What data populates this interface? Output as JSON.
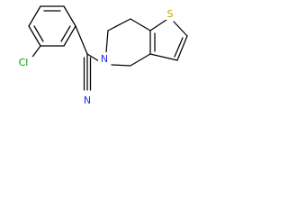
{
  "molecule": {
    "atoms": {
      "cl": {
        "text": "Cl",
        "color": "#00a000"
      },
      "s": {
        "text": "S",
        "color": "#c8a000"
      },
      "n_ring": {
        "text": "N",
        "color": "#1f2bff"
      },
      "n_nitrile": {
        "text": "N",
        "color": "#1f2bff"
      }
    }
  }
}
